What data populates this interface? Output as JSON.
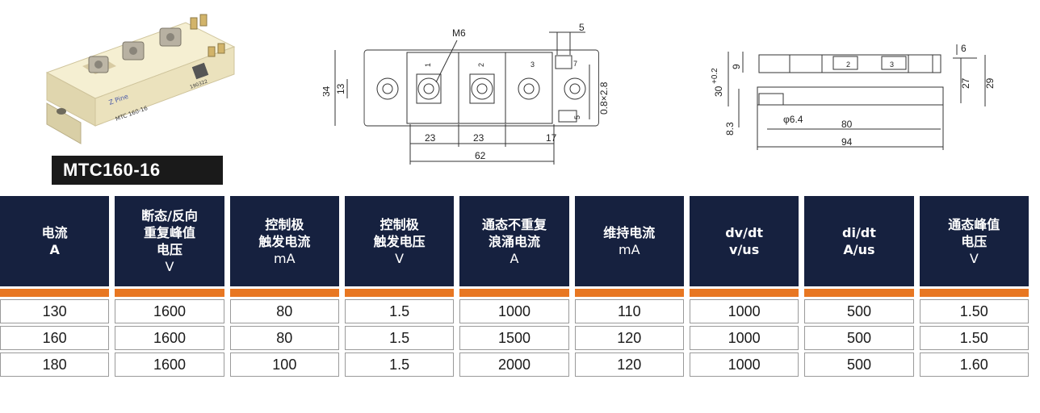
{
  "product": {
    "model": "MTC160-16",
    "photo_markings": {
      "brand": "Z Pine",
      "model_mark": "MTC 160-16",
      "code": "190322"
    }
  },
  "front_view": {
    "labels": {
      "thread": "M6",
      "pin1": "1",
      "pin2": "2",
      "pin3": "3",
      "pin5": "5",
      "pin7": "7"
    },
    "dims": {
      "height": "34",
      "bolt_height": "13",
      "top_tab": "5",
      "tab": "0.8×2.8",
      "pitch1": "23",
      "pitch2": "23",
      "edge": "17",
      "length": "62"
    }
  },
  "side_view": {
    "labels": {
      "pin2": "2",
      "pin3": "3"
    },
    "dims": {
      "tol": "+0.2",
      "h9": "9",
      "h30": "30",
      "h6": "6",
      "h27": "27",
      "h29": "29",
      "h83": "8.3",
      "hole": "φ6.4",
      "mount": "80",
      "total": "94"
    }
  },
  "table": {
    "headers": [
      {
        "lines": [
          "电流",
          "A"
        ],
        "unit": ""
      },
      {
        "lines": [
          "断态/反向",
          "重复峰值",
          "电压"
        ],
        "unit": "V"
      },
      {
        "lines": [
          "控制极",
          "触发电流"
        ],
        "unit": "mA"
      },
      {
        "lines": [
          "控制极",
          "触发电压"
        ],
        "unit": "V"
      },
      {
        "lines": [
          "通态不重复",
          "浪涌电流"
        ],
        "unit": "A"
      },
      {
        "lines": [
          "维持电流"
        ],
        "unit": "mA"
      },
      {
        "lines": [
          "dv/dt",
          "v/us"
        ],
        "unit": ""
      },
      {
        "lines": [
          "di/dt",
          "A/us"
        ],
        "unit": ""
      },
      {
        "lines": [
          "通态峰值",
          "电压"
        ],
        "unit": "V"
      }
    ],
    "rows": [
      [
        "130",
        "1600",
        "80",
        "1.5",
        "1000",
        "110",
        "1000",
        "500",
        "1.50"
      ],
      [
        "160",
        "1600",
        "80",
        "1.5",
        "1500",
        "120",
        "1000",
        "500",
        "1.50"
      ],
      [
        "180",
        "1600",
        "100",
        "1.5",
        "2000",
        "120",
        "1000",
        "500",
        "1.60"
      ]
    ]
  },
  "colors": {
    "header_bg": "#16213f",
    "accent_bar": "#e87722",
    "module_body": "#f3eccd"
  }
}
